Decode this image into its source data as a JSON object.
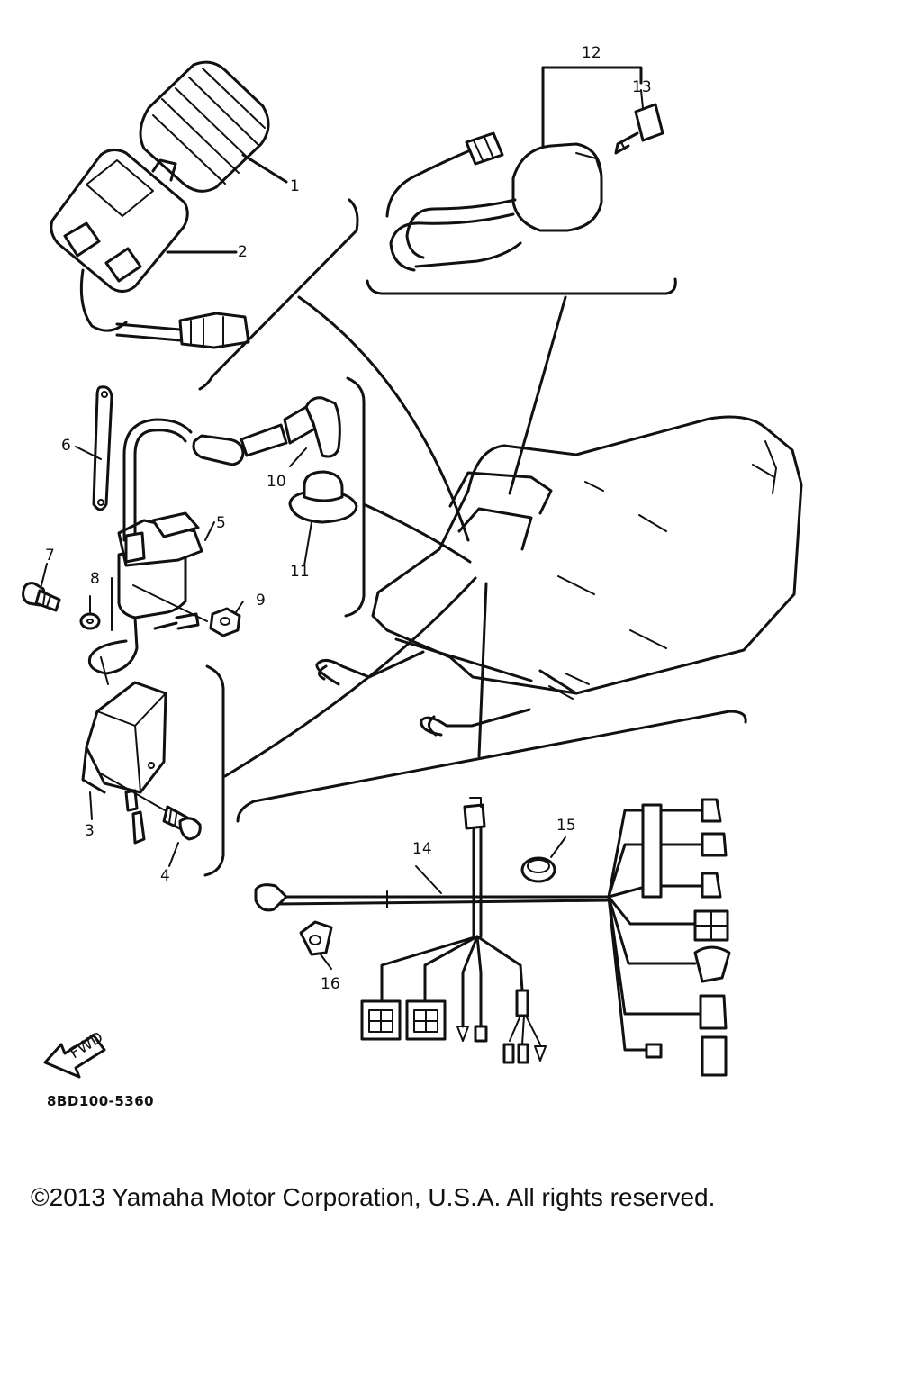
{
  "diagram": {
    "code": "8BD100-5360",
    "fwd_label": "FWD",
    "copyright": "©2013 Yamaha Motor Corporation, U.S.A. All rights reserved.",
    "callouts": [
      "1",
      "2",
      "3",
      "4",
      "5",
      "6",
      "7",
      "8",
      "9",
      "10",
      "11",
      "12",
      "13",
      "14",
      "15",
      "16"
    ]
  }
}
